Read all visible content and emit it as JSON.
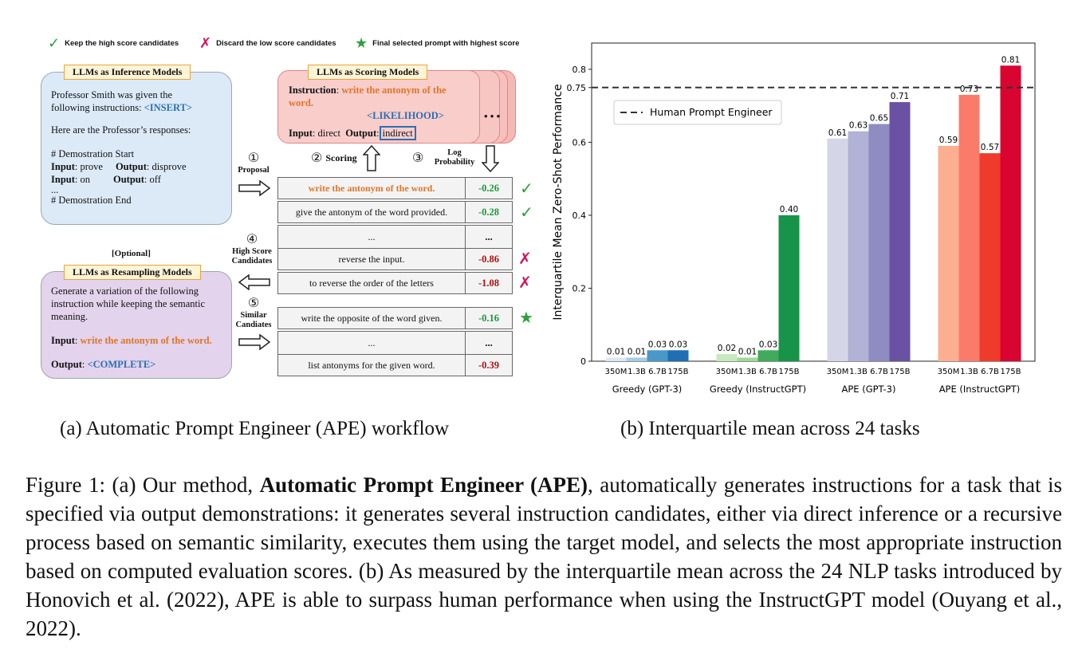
{
  "legend": {
    "keep": "Keep the high score candidates",
    "discard": "Discard the low score candidates",
    "final": "Final selected prompt with highest score"
  },
  "inference": {
    "title": "LLMs as Inference Models",
    "line1": "Professor Smith was given the",
    "line2a": "following instructions: ",
    "line2b": "<INSERT>",
    "line3": "Here are the Professor’s responses:",
    "demo_start": "# Demostration Start",
    "in1_label": "Input",
    "in1": ": prove",
    "out1_label": "Output",
    "out1": ": disprove",
    "in2": ": on",
    "out2": ": off",
    "ellipsis": "...",
    "demo_end": "# Demostration End"
  },
  "scoring": {
    "title": "LLMs as Scoring Models",
    "instr_label": "Instruction",
    "instr_val": "write the antonym of the word.",
    "likelihood": "<LIKELIHOOD>",
    "input_label": "Input",
    "input_val": ": direct",
    "output_label": "Output",
    "output_val": "indirect",
    "more": "• • •"
  },
  "steps": {
    "s1_num": "①",
    "s1": "Proposal",
    "s2_num": "②",
    "s2": "Scoring",
    "s3_num": "③",
    "s3a": "Log",
    "s3b": "Probability",
    "s4_num": "④",
    "s4a": "High Score",
    "s4b": "Candidates",
    "s5_num": "⑤",
    "s5a": "Similar",
    "s5b": "Candiates",
    "optional": "[Optional]"
  },
  "candidates": [
    {
      "text": "write the antonym of the word.",
      "score": "-0.26",
      "mark": "✓"
    },
    {
      "text": "give the antonym of the word provided.",
      "score": "-0.28",
      "mark": "✓"
    },
    {
      "text": "...",
      "score": "...",
      "mark": ""
    },
    {
      "text": "reverse the input.",
      "score": "-0.86",
      "mark": "✗"
    },
    {
      "text": "to reverse the order of the letters",
      "score": "-1.08",
      "mark": "✗"
    },
    {
      "text": "write the opposite of the word given.",
      "score": "-0.16",
      "mark": "★"
    },
    {
      "text": "...",
      "score": "...",
      "mark": ""
    },
    {
      "text": "list antonyms for the given word.",
      "score": "-0.39",
      "mark": ""
    }
  ],
  "resampling": {
    "title": "LLMs as Resampling Models",
    "l1": "Generate a variation of the following",
    "l2": "instruction while keeping the semantic",
    "l3": "meaning.",
    "input_label": "Input",
    "input_val": "write the antonym of the word.",
    "output_label": "Output",
    "output_val": "<COMPLETE>"
  },
  "chart_data": {
    "type": "bar",
    "ylabel": "Interquartile Mean Zero-Shot Performance",
    "ylim": [
      0,
      0.85
    ],
    "yticks": [
      "0",
      "0.2",
      "0.4",
      "0.6",
      "0.75",
      "0.8"
    ],
    "human_line": 0.75,
    "human_label": "Human Prompt Engineer",
    "legend_position": "upper-left",
    "sizes": [
      "350M",
      "1.3B",
      "6.7B",
      "175B"
    ],
    "groups": [
      {
        "name": "Greedy (GPT-3)",
        "values": [
          0.01,
          0.01,
          0.03,
          0.03
        ],
        "labels": [
          "0.01",
          "0.01",
          "0.03",
          "0.03"
        ],
        "colors": [
          "#dbe9f6",
          "#a6cee3",
          "#4a98c9",
          "#1f6fb4"
        ]
      },
      {
        "name": "Greedy (InstructGPT)",
        "values": [
          0.02,
          0.01,
          0.03,
          0.4
        ],
        "labels": [
          "0.02",
          "0.01",
          "0.03",
          "0.40"
        ],
        "colors": [
          "#c7e9c0",
          "#a1d99b",
          "#41ab5d",
          "#17944a"
        ]
      },
      {
        "name": "APE (GPT-3)",
        "values": [
          0.61,
          0.63,
          0.65,
          0.71
        ],
        "labels": [
          "0.61",
          "0.63",
          "0.65",
          "0.71"
        ],
        "colors": [
          "#d5d5e8",
          "#b2b1d6",
          "#8f8cc1",
          "#6a51a3"
        ]
      },
      {
        "name": "APE (InstructGPT)",
        "values": [
          0.59,
          0.73,
          0.57,
          0.81
        ],
        "labels": [
          "0.59",
          "0.73",
          "0.57",
          "0.81"
        ],
        "colors": [
          "#fcae91",
          "#fb7b6b",
          "#ef3b2c",
          "#d9042f"
        ]
      }
    ]
  },
  "captions": {
    "a": "(a) Automatic Prompt Engineer (APE) workflow",
    "b": "(b) Interquartile mean across 24 tasks",
    "fig_prefix": "Figure 1: (a) Our method, ",
    "fig_bold": "Automatic Prompt Engineer (APE)",
    "fig_rest": ", automatically generates instructions for a task that is specified via output demonstrations: it generates several instruction candidates, either via direct inference or a recursive process based on semantic similarity, executes them using the target model, and selects the most appropriate instruction based on computed evaluation scores. (b) As measured by the interquartile mean across the 24 NLP tasks introduced by Honovich et al. (2022), APE is able to surpass human performance when using the InstructGPT model (Ouyang et al., 2022)."
  }
}
